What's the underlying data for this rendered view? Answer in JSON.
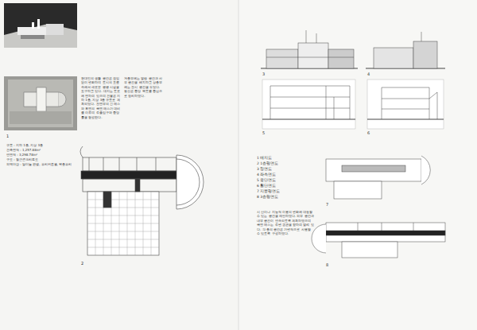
{
  "diagram": {
    "labels": [
      "1",
      "규모 : 지하 1층, 지상 3층",
      "건축면적 : 1,257.88m²",
      "연면적 : 3,298.78m²",
      "구조 : 철근콘크리트조",
      "외벽마감 : 알미늄 판넬, 유리커튼월, 복층유리",
      "현대인의 생활 공간은 끊임없이 변화하며 도시의 흐름 속에서 새로운 공공 시설을 요구하고 있다. 대지는 도로에 면하여 있으며 건물은 지하 1층, 지상 3층 규모로 계획되었다. 전면부의 긴 매스와 후면의 곡면 매스가 대비를 이루며 주출입구와 중앙 홀을 형성한다.",
      "저층부에는 열람 공간과 사무 공간을 배치하고 상층부에는 전시 공간을 두었다. 동선은 중앙 복도를 중심으로 정리하였다.",
      "2",
      "시 산이나 지능적 이용의 변화에 대응할 수 있는 공간을 제안하였다. 외부 공간과 내부 공간이 연속되도록 계획하였으며 곡면 매스는 주변 경관을 향하여 열려 있다. 각 층의 공간은 가변적으로 사용할 수 있도록 구성하였다.",
      "3",
      "4",
      "5",
      "6",
      "1 배치도",
      "2 1층평면도",
      "3 정면도",
      "4 좌측면도",
      "5 종단면도",
      "6 횡단면도",
      "7 지붕평면도",
      "8 3층평면도",
      "7",
      "8"
    ]
  }
}
